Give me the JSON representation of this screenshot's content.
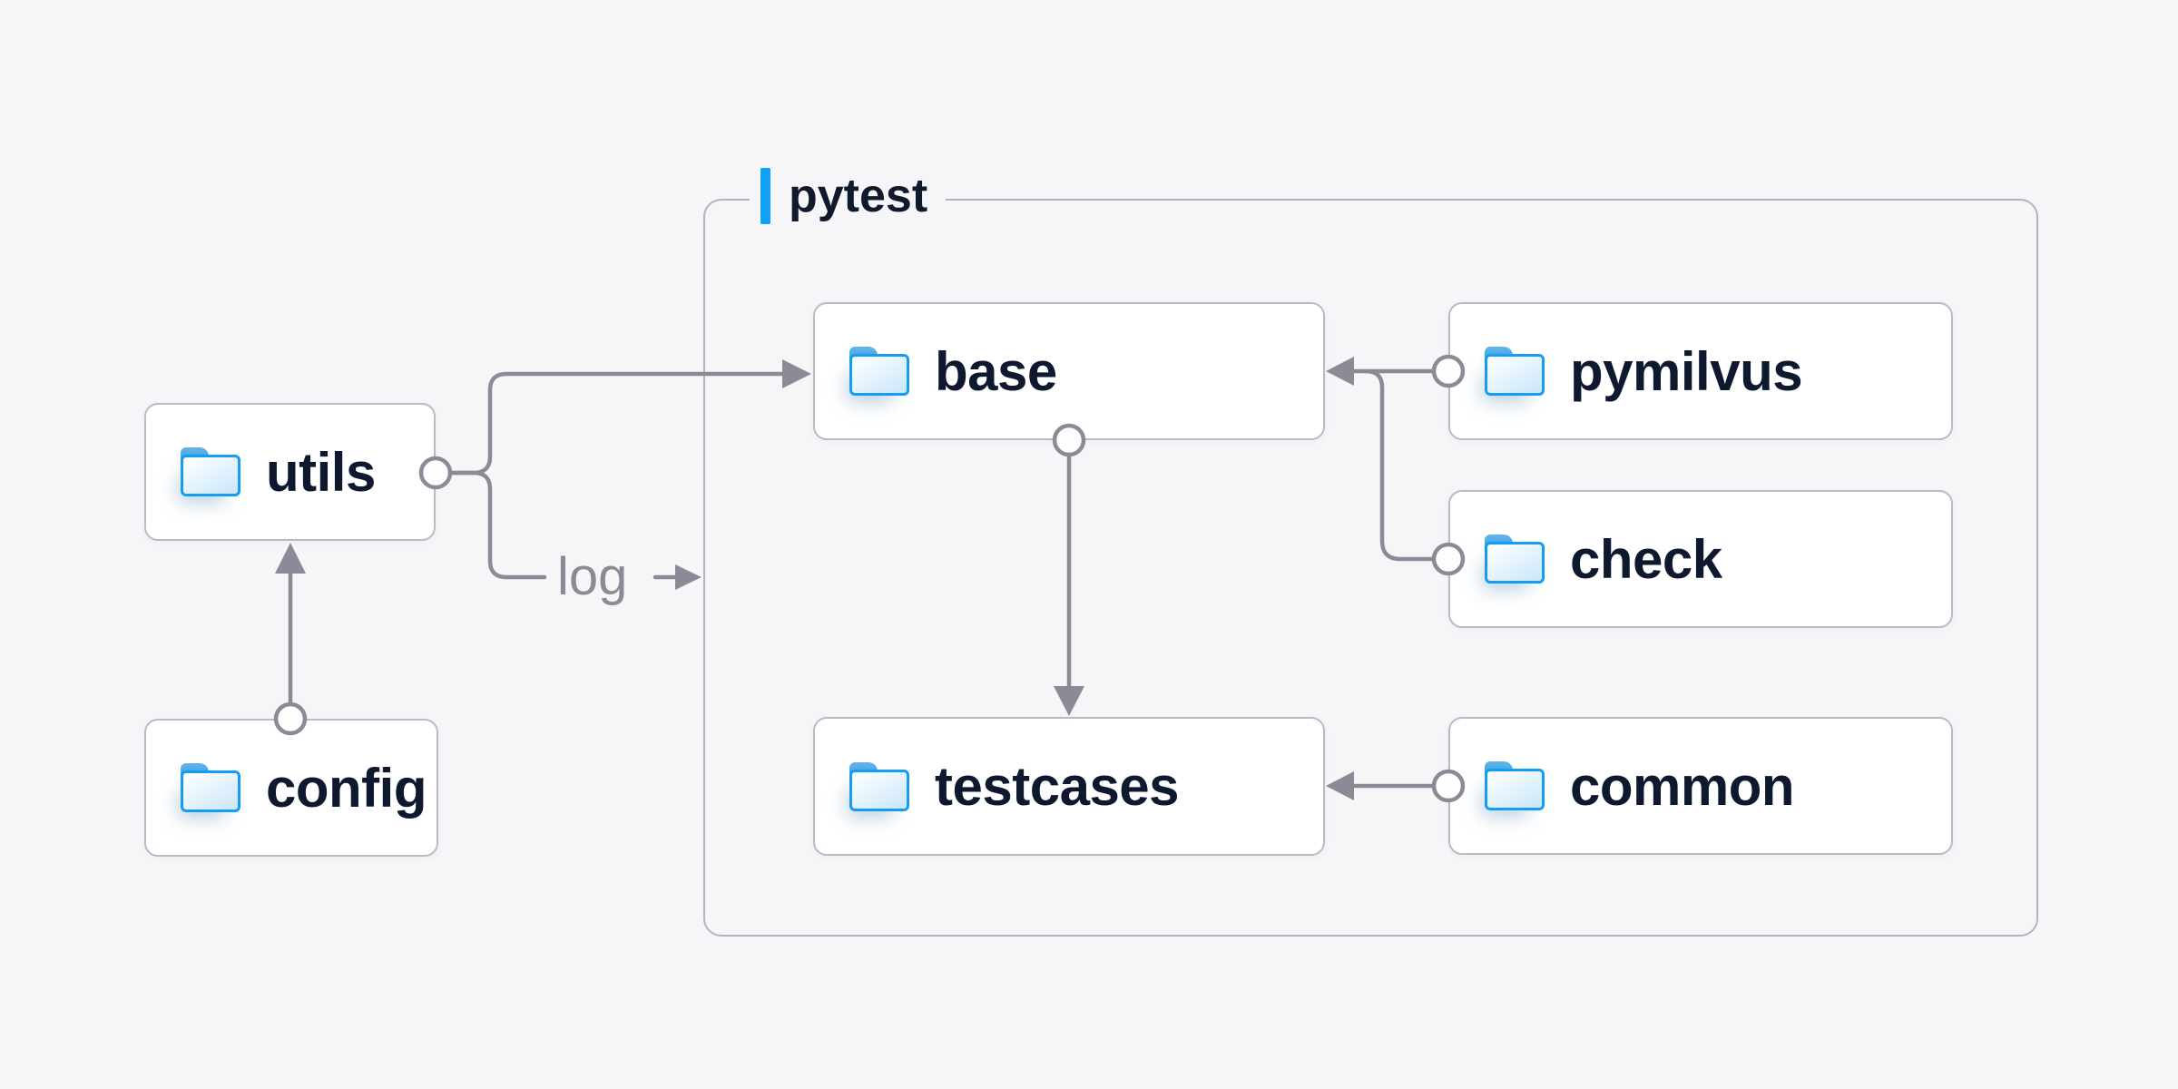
{
  "colors": {
    "background": "#f6f6f8",
    "node_background": "#ffffff",
    "node_border": "#b9bac6",
    "container_border": "#b3b4c0",
    "connector_gray": "#8a8b96",
    "text_navy": "#0e1930",
    "accent_blue": "#0fa1f4",
    "folder_blue": "#149df1",
    "folder_fill_light": "#cde8fa"
  },
  "container": {
    "label": "pytest"
  },
  "nodes": {
    "utils": {
      "label": "utils",
      "icon": "folder-icon"
    },
    "config": {
      "label": "config",
      "icon": "folder-icon"
    },
    "base": {
      "label": "base",
      "icon": "folder-icon"
    },
    "testcases": {
      "label": "testcases",
      "icon": "folder-icon"
    },
    "pymilvus": {
      "label": "pymilvus",
      "icon": "folder-icon"
    },
    "check": {
      "label": "check",
      "icon": "folder-icon"
    },
    "common": {
      "label": "common",
      "icon": "folder-icon"
    }
  },
  "annotations": {
    "log": "log"
  },
  "edges": [
    {
      "from": "config",
      "to": "utils",
      "marker": "circle-to-arrow"
    },
    {
      "from": "utils",
      "to": "base",
      "marker": "circle-to-arrow"
    },
    {
      "from": "utils",
      "to": "pytest-container",
      "label": "log",
      "marker": "circle-to-arrow"
    },
    {
      "from": "pymilvus",
      "to": "base",
      "marker": "circle-to-arrow"
    },
    {
      "from": "check",
      "to": "base",
      "marker": "circle-merge"
    },
    {
      "from": "base",
      "to": "testcases",
      "marker": "circle-to-arrow"
    },
    {
      "from": "common",
      "to": "testcases",
      "marker": "circle-to-arrow"
    }
  ]
}
